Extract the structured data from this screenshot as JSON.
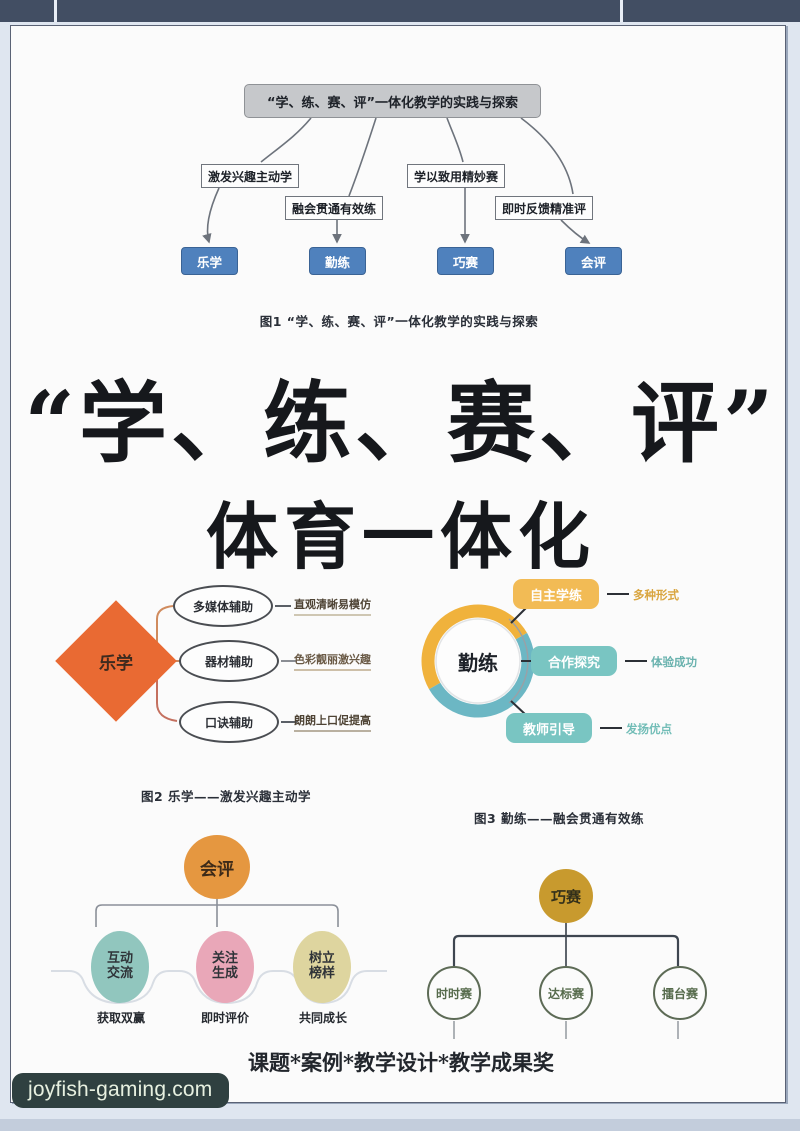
{
  "page": {
    "main_title_line1": "“学、练、赛、评”",
    "main_title_line2": "体育一体化",
    "footer": "课题*案例*教学设计*教学成果奖",
    "watermark": "joyfish-gaming.com"
  },
  "colors": {
    "node_blue": "#4f81bd",
    "title_gray": "#c6c8cb",
    "orange_diamond": "#e96a33",
    "ring_yellow": "#f0b23c",
    "ring_teal": "#6cb7c4",
    "pill_yellow": "#f2bb55",
    "pill_teal": "#79c5c2",
    "head_orange": "#e59740",
    "bubble_teal": "#91c6be",
    "bubble_pink": "#e9a7b8",
    "bubble_khaki": "#ded59f",
    "head_gold": "#c89a2e",
    "circle_green": "#5d6b56",
    "topbar": "#424e63",
    "watermark_bg": "#2f4040"
  },
  "figure1": {
    "title_box": "“学、练、赛、评”一体化教学的实践与探索",
    "labels": [
      "激发兴趣主动学",
      "融会贯通有效练",
      "学以致用精妙赛",
      "即时反馈精准评"
    ],
    "nodes": [
      "乐学",
      "勤练",
      "巧赛",
      "会评"
    ],
    "caption": "图1  “学、练、赛、评”一体化教学的实践与探索"
  },
  "figure2": {
    "core": "乐学",
    "branches": [
      {
        "name": "多媒体辅助",
        "note": "直观清晰易模仿"
      },
      {
        "name": "器材辅助",
        "note": "色彩靓丽激兴趣"
      },
      {
        "name": "口诀辅助",
        "note": "朗朗上口促提高"
      }
    ],
    "caption": "图2   乐学——激发兴趣主动学"
  },
  "figure3": {
    "core": "勤练",
    "branches": [
      {
        "name": "自主学练",
        "note": "多种形式"
      },
      {
        "name": "合作探究",
        "note": "体验成功"
      },
      {
        "name": "教师引导",
        "note": "发扬优点"
      }
    ],
    "caption": "图3   勤练——融会贯通有效练"
  },
  "figure4": {
    "core": "会评",
    "branches": [
      {
        "name_line1": "互动",
        "name_line2": "交流",
        "note": "获取双赢"
      },
      {
        "name_line1": "关注",
        "name_line2": "生成",
        "note": "即时评价"
      },
      {
        "name_line1": "树立",
        "name_line2": "榜样",
        "note": "共同成长"
      }
    ]
  },
  "figure5": {
    "core": "巧赛",
    "branches": [
      "时时赛",
      "达标赛",
      "擂台赛"
    ]
  }
}
